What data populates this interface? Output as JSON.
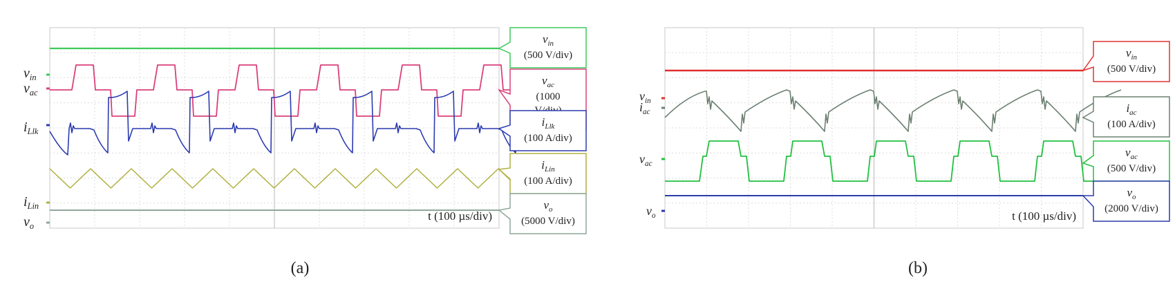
{
  "panel_a": {
    "caption": "(a)",
    "time_scale": "t (100 µs/div)",
    "traces": [
      {
        "id": "vin",
        "sym": "v",
        "sub": "in",
        "scale": "(500 V/div)",
        "color": "#3fc85a"
      },
      {
        "id": "vac",
        "sym": "v",
        "sub": "ac",
        "scale": "(1000 V/div)",
        "color": "#d9407a"
      },
      {
        "id": "iLlk",
        "sym": "i",
        "sub": "Llk",
        "scale": "(100 A/div)",
        "color": "#2b3bb0"
      },
      {
        "id": "iLin",
        "sym": "i",
        "sub": "Lin",
        "scale": "(100 A/div)",
        "color": "#b0b040"
      },
      {
        "id": "vo",
        "sym": "v",
        "sub": "o",
        "scale": "(5000 V/div)",
        "color": "#8fa79a"
      }
    ]
  },
  "panel_b": {
    "caption": "(b)",
    "time_scale": "t (100 µs/div)",
    "traces": [
      {
        "id": "vin",
        "sym": "v",
        "sub": "in",
        "scale": "(500 V/div)",
        "color": "#e03030"
      },
      {
        "id": "iac",
        "sym": "i",
        "sub": "ac",
        "scale": "(100 A/div)",
        "color": "#6b8070"
      },
      {
        "id": "vac",
        "sym": "v",
        "sub": "ac",
        "scale": "(500 V/div)",
        "color": "#20c040"
      },
      {
        "id": "vo",
        "sym": "v",
        "sub": "o",
        "scale": "(2000 V/div)",
        "color": "#2a3aa8"
      }
    ]
  }
}
